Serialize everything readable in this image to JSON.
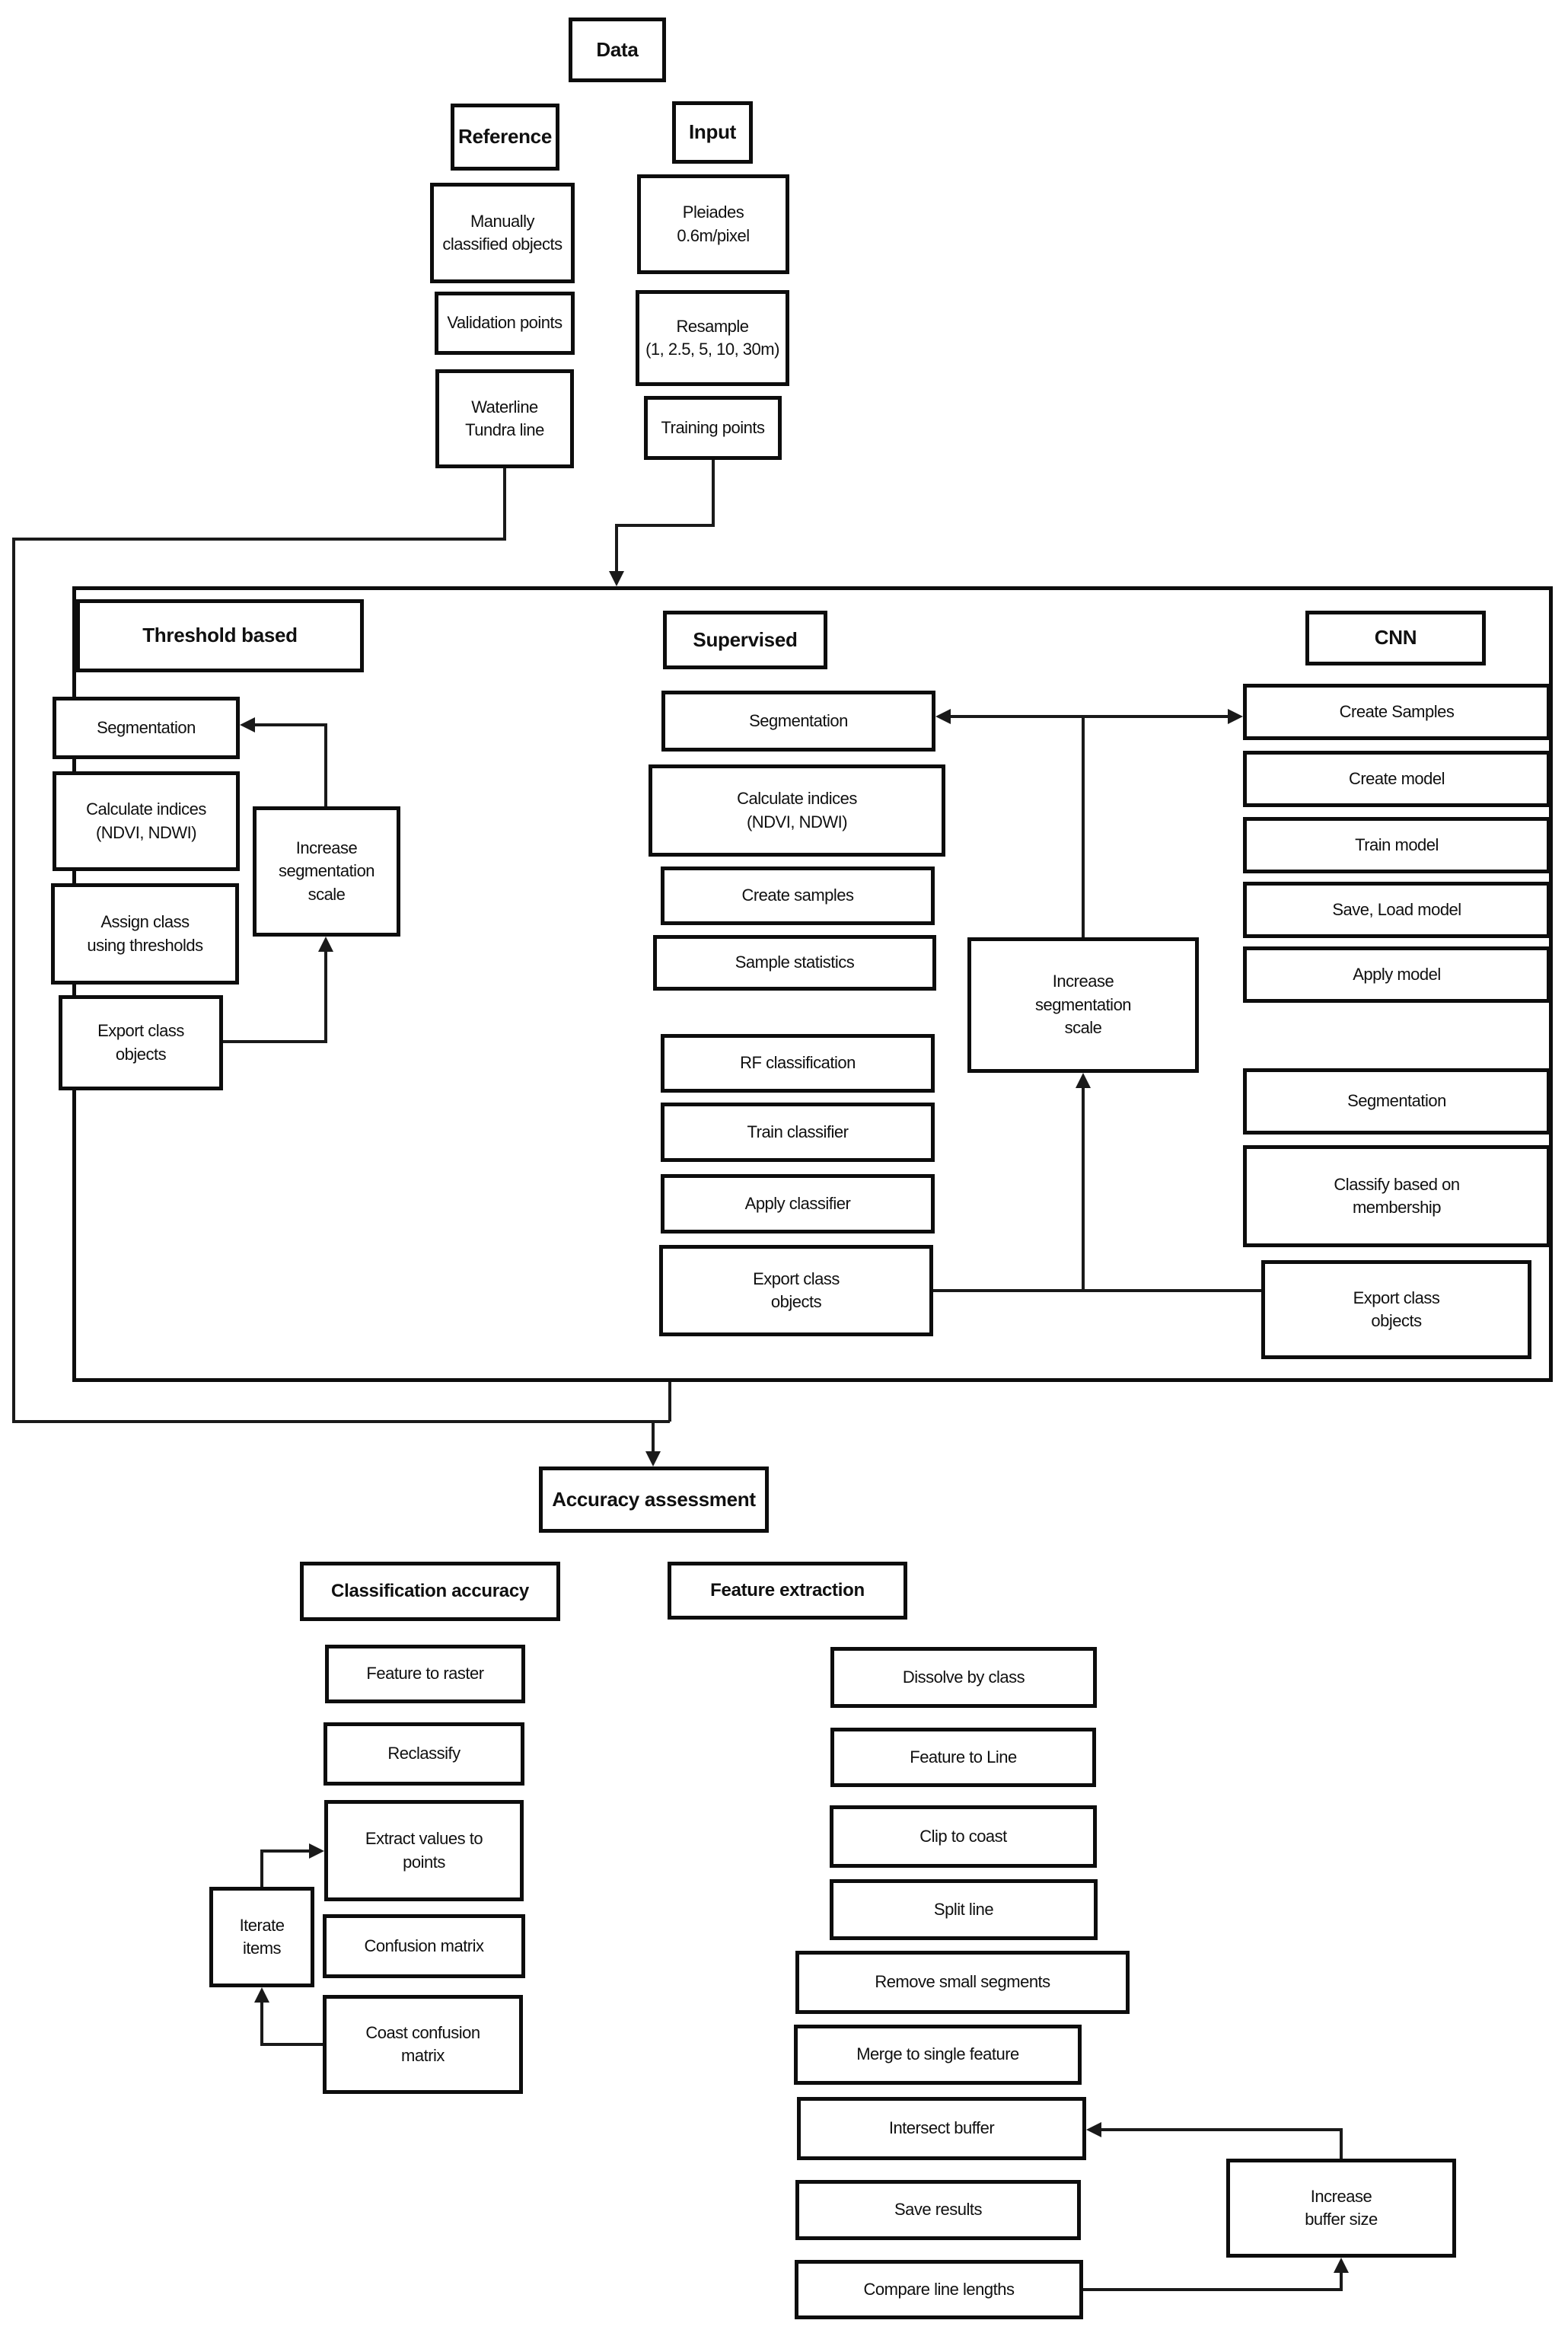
{
  "colors": {
    "background": "#ffffff",
    "box_border": "#0d0d0d",
    "text": "#101010",
    "line": "#1a1a1a"
  },
  "labels": {
    "data": "Data",
    "reference": "Reference",
    "input": "Input",
    "manually": "Manually\nclassified objects",
    "pleiades": "Pleiades\n0.6m/pixel",
    "validation": "Validation points",
    "resample": "Resample\n(1, 2.5, 5, 10, 30m)",
    "waterline": "Waterline\nTundra line",
    "training": "Training points",
    "threshold_title": "Threshold based",
    "t_seg": "Segmentation",
    "t_calc": "Calculate indices\n(NDVI, NDWI)",
    "t_assign": "Assign class\nusing thresholds",
    "t_export": "Export class\nobjects",
    "t_increase": "Increase\nsegmentation\nscale",
    "s_title": "Supervised",
    "s_seg": "Segmentation",
    "s_calc": "Calculate indices\n(NDVI, NDWI)",
    "s_create": "Create samples",
    "s_stats": "Sample statistics",
    "s_rf": "RF classification",
    "s_train": "Train classifier",
    "s_apply": "Apply classifier",
    "s_export": "Export class\nobjects",
    "mid_increase": "Increase\nsegmentation\nscale",
    "cnn_title": "CNN",
    "c_samples": "Create Samples",
    "c_model": "Create model",
    "c_train": "Train model",
    "c_save": "Save, Load model",
    "c_apply": "Apply model",
    "c_seg": "Segmentation",
    "c_classify": "Classify based on\nmembership",
    "c_export": "Export class\nobjects",
    "accuracy": "Accuracy assessment",
    "ca_title": "Classification accuracy",
    "ca_raster": "Feature to raster",
    "ca_reclass": "Reclassify",
    "ca_extract": "Extract values to\npoints",
    "ca_confusion": "Confusion matrix",
    "ca_coast": "Coast confusion\nmatrix",
    "ca_iterate": "Iterate\nitems",
    "fe_title": "Feature extraction",
    "fe_dissolve": "Dissolve by class",
    "fe_line": "Feature to Line",
    "fe_clip": "Clip to coast",
    "fe_split": "Split line",
    "fe_remove": "Remove small segments",
    "fe_merge": "Merge to single feature",
    "fe_intersect": "Intersect buffer",
    "fe_save": "Save results",
    "fe_compare": "Compare line lengths",
    "fe_buffer": "Increase\nbuffer size"
  }
}
